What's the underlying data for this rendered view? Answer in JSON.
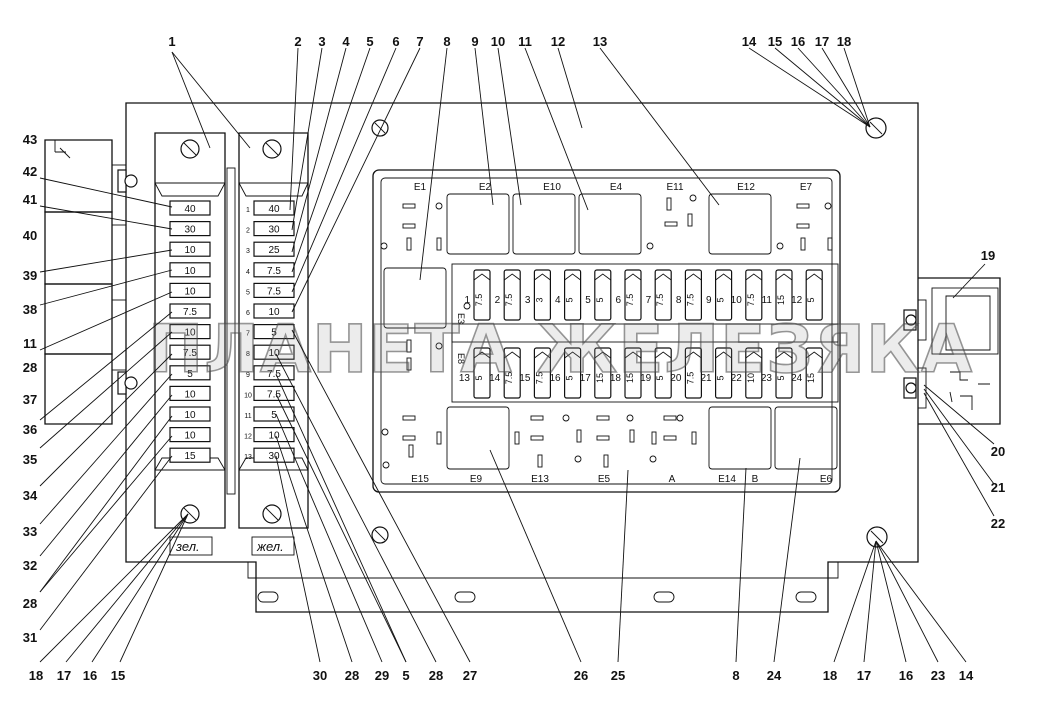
{
  "callouts": [
    {
      "id": "c1",
      "text": "1"
    },
    {
      "id": "c2",
      "text": "2"
    },
    {
      "id": "c3",
      "text": "3"
    },
    {
      "id": "c4",
      "text": "4"
    },
    {
      "id": "c5",
      "text": "5"
    },
    {
      "id": "c6",
      "text": "6"
    },
    {
      "id": "c7",
      "text": "7"
    },
    {
      "id": "c8",
      "text": "8"
    },
    {
      "id": "c9",
      "text": "9"
    },
    {
      "id": "c10",
      "text": "10"
    },
    {
      "id": "c11",
      "text": "11"
    },
    {
      "id": "c12",
      "text": "12"
    },
    {
      "id": "c13",
      "text": "13"
    },
    {
      "id": "c14",
      "text": "14"
    },
    {
      "id": "c15",
      "text": "15"
    },
    {
      "id": "c16",
      "text": "16"
    },
    {
      "id": "c17",
      "text": "17"
    },
    {
      "id": "c18",
      "text": "18"
    },
    {
      "id": "c19",
      "text": "19"
    },
    {
      "id": "c20",
      "text": "20"
    },
    {
      "id": "c21",
      "text": "21"
    },
    {
      "id": "c22",
      "text": "22"
    },
    {
      "id": "c43",
      "text": "43"
    },
    {
      "id": "c42",
      "text": "42"
    },
    {
      "id": "c41",
      "text": "41"
    },
    {
      "id": "c40",
      "text": "40"
    },
    {
      "id": "c39",
      "text": "39"
    },
    {
      "id": "c38",
      "text": "38"
    },
    {
      "id": "c11L",
      "text": "11"
    },
    {
      "id": "c28L",
      "text": "28"
    },
    {
      "id": "c37",
      "text": "37"
    },
    {
      "id": "c36",
      "text": "36"
    },
    {
      "id": "c35",
      "text": "35"
    },
    {
      "id": "c34",
      "text": "34"
    },
    {
      "id": "c33",
      "text": "33"
    },
    {
      "id": "c32",
      "text": "32"
    },
    {
      "id": "c28L2",
      "text": "28"
    },
    {
      "id": "c31",
      "text": "31"
    },
    {
      "id": "b18",
      "text": "18"
    },
    {
      "id": "b17",
      "text": "17"
    },
    {
      "id": "b16",
      "text": "16"
    },
    {
      "id": "b15",
      "text": "15"
    },
    {
      "id": "b30",
      "text": "30"
    },
    {
      "id": "b28",
      "text": "28"
    },
    {
      "id": "b29",
      "text": "29"
    },
    {
      "id": "b5",
      "text": "5"
    },
    {
      "id": "b28b",
      "text": "28"
    },
    {
      "id": "b27",
      "text": "27"
    },
    {
      "id": "b26",
      "text": "26"
    },
    {
      "id": "b25",
      "text": "25"
    },
    {
      "id": "b8",
      "text": "8"
    },
    {
      "id": "b24",
      "text": "24"
    },
    {
      "id": "b18r",
      "text": "18"
    },
    {
      "id": "b17r",
      "text": "17"
    },
    {
      "id": "b16r",
      "text": "16"
    },
    {
      "id": "b23",
      "text": "23"
    },
    {
      "id": "b14",
      "text": "14"
    }
  ],
  "left_block_fuses": [
    "40",
    "30",
    "10",
    "10",
    "10",
    "7.5",
    "10",
    "7.5",
    "5",
    "10",
    "10",
    "10",
    "15"
  ],
  "right_block_fuses": [
    "40",
    "30",
    "25",
    "7.5",
    "7.5",
    "10",
    "5",
    "10",
    "7.5",
    "7.5",
    "5",
    "10",
    "30"
  ],
  "right_block_numbers": [
    "1",
    "2",
    "3",
    "4",
    "5",
    "6",
    "7",
    "8",
    "9",
    "10",
    "11",
    "12",
    "13"
  ],
  "left_block_label": "зел.",
  "right_block_label": "жел.",
  "relay_labels_top": [
    "E1",
    "E2",
    "E10",
    "E4",
    "E11",
    "E12",
    "E7"
  ],
  "relay_labels_bottom": [
    "E15",
    "E9",
    "E13",
    "E5",
    "A",
    "E14",
    "B",
    "E6"
  ],
  "fuse_row_top": [
    {
      "n": "1",
      "v": "7.5"
    },
    {
      "n": "2",
      "v": "7.5"
    },
    {
      "n": "3",
      "v": "3"
    },
    {
      "n": "4",
      "v": "5"
    },
    {
      "n": "5",
      "v": "5"
    },
    {
      "n": "6",
      "v": "7.5"
    },
    {
      "n": "7",
      "v": "7.5"
    },
    {
      "n": "8",
      "v": "7.5"
    },
    {
      "n": "9",
      "v": "5"
    },
    {
      "n": "10",
      "v": "7.5"
    },
    {
      "n": "11",
      "v": "15"
    },
    {
      "n": "12",
      "v": "5"
    }
  ],
  "fuse_row_bottom": [
    {
      "n": "13",
      "v": "5"
    },
    {
      "n": "14",
      "v": "7.5"
    },
    {
      "n": "15",
      "v": "7.5"
    },
    {
      "n": "16",
      "v": "5"
    },
    {
      "n": "17",
      "v": "15"
    },
    {
      "n": "18",
      "v": "15"
    },
    {
      "n": "19",
      "v": "5"
    },
    {
      "n": "20",
      "v": "7.5"
    },
    {
      "n": "21",
      "v": "5"
    },
    {
      "n": "22",
      "v": "10"
    },
    {
      "n": "23",
      "v": "5"
    },
    {
      "n": "24",
      "v": "15"
    }
  ],
  "side_marks": [
    "E3",
    "E8"
  ],
  "watermark": "ПЛАНЕТА ЖЕЛЕЗЯКА"
}
